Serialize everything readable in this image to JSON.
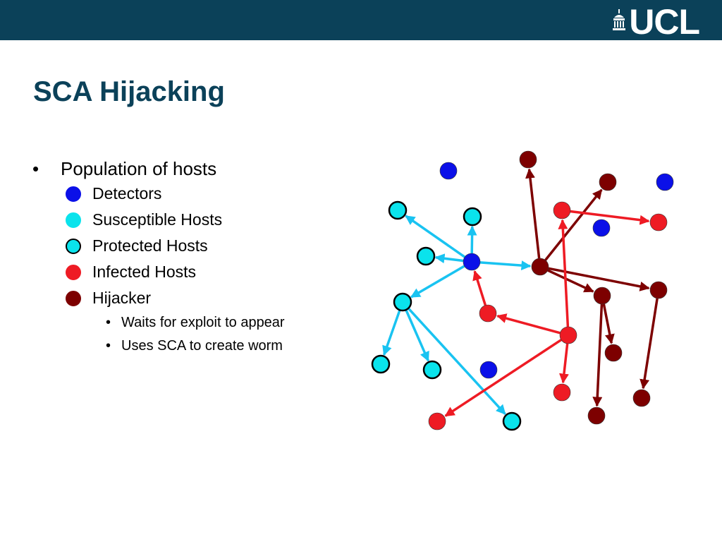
{
  "header": {
    "logo_text": "UCL",
    "colors": {
      "bar": "#0b4159",
      "text": "#ffffff"
    }
  },
  "slide": {
    "title": "SCA Hijacking",
    "bullet": "Population of hosts",
    "legend": [
      {
        "label": "Detectors",
        "color": "#0b10e8",
        "border": "#0b10e8",
        "role": "detector"
      },
      {
        "label": "Susceptible Hosts",
        "color": "#0ae3ec",
        "border": "#0ae3ec",
        "role": "susceptible"
      },
      {
        "label": "Protected Hosts",
        "color": "#0ae3ec",
        "border": "#000000",
        "role": "protected"
      },
      {
        "label": "Infected Hosts",
        "color": "#ee1b24",
        "border": "#ee1b24",
        "role": "infected"
      },
      {
        "label": "Hijacker",
        "color": "#7d0000",
        "border": "#7d0000",
        "role": "hijacker"
      }
    ],
    "sub_bullets": [
      "Waits for exploit to appear",
      "Uses SCA to create worm"
    ]
  },
  "network": {
    "colors": {
      "detector": "#0b10e8",
      "susceptible": "#0ae3ec",
      "protected": "#0ae3ec",
      "infected": "#ee1b24",
      "hijacker": "#7d0000",
      "edge_cyan": "#19c3f1",
      "edge_red": "#ee1b24",
      "edge_hijacker": "#7d0000"
    },
    "nodes": [
      {
        "id": "d1",
        "role": "detector"
      },
      {
        "id": "d2",
        "role": "detector"
      },
      {
        "id": "d3",
        "role": "detector"
      },
      {
        "id": "d4",
        "role": "detector"
      },
      {
        "id": "dc",
        "role": "detector"
      },
      {
        "id": "p1",
        "role": "protected"
      },
      {
        "id": "p2",
        "role": "protected"
      },
      {
        "id": "p3",
        "role": "protected"
      },
      {
        "id": "p4",
        "role": "protected"
      },
      {
        "id": "p5",
        "role": "protected"
      },
      {
        "id": "p6",
        "role": "protected"
      },
      {
        "id": "p7",
        "role": "protected"
      },
      {
        "id": "hc",
        "role": "hijacker"
      },
      {
        "id": "h1",
        "role": "hijacker"
      },
      {
        "id": "h2",
        "role": "hijacker"
      },
      {
        "id": "h3",
        "role": "hijacker"
      },
      {
        "id": "h4",
        "role": "hijacker"
      },
      {
        "id": "h5",
        "role": "hijacker"
      },
      {
        "id": "h6",
        "role": "hijacker"
      },
      {
        "id": "h7",
        "role": "hijacker"
      },
      {
        "id": "r1",
        "role": "infected"
      },
      {
        "id": "r2",
        "role": "infected"
      },
      {
        "id": "r3",
        "role": "infected"
      },
      {
        "id": "r4",
        "role": "infected"
      },
      {
        "id": "r5",
        "role": "infected"
      },
      {
        "id": "r6",
        "role": "infected"
      }
    ],
    "edges": [
      {
        "from": "dc",
        "to": "p1",
        "kind": "edge_cyan"
      },
      {
        "from": "dc",
        "to": "p2",
        "kind": "edge_cyan"
      },
      {
        "from": "dc",
        "to": "p3",
        "kind": "edge_cyan"
      },
      {
        "from": "dc",
        "to": "p4",
        "kind": "edge_cyan"
      },
      {
        "from": "dc",
        "to": "hc",
        "kind": "edge_cyan"
      },
      {
        "from": "p4",
        "to": "p5",
        "kind": "edge_cyan"
      },
      {
        "from": "p4",
        "to": "p6",
        "kind": "edge_cyan"
      },
      {
        "from": "p4",
        "to": "p7",
        "kind": "edge_cyan"
      },
      {
        "from": "hc",
        "to": "h1",
        "kind": "edge_hijacker"
      },
      {
        "from": "hc",
        "to": "h2",
        "kind": "edge_hijacker"
      },
      {
        "from": "hc",
        "to": "h3",
        "kind": "edge_hijacker"
      },
      {
        "from": "hc",
        "to": "h4",
        "kind": "edge_hijacker"
      },
      {
        "from": "h3",
        "to": "h5",
        "kind": "edge_hijacker"
      },
      {
        "from": "h3",
        "to": "h6",
        "kind": "edge_hijacker"
      },
      {
        "from": "h4",
        "to": "h7",
        "kind": "edge_hijacker"
      },
      {
        "from": "r1",
        "to": "r2",
        "kind": "edge_red"
      },
      {
        "from": "r3",
        "to": "r1",
        "kind": "edge_red"
      },
      {
        "from": "r3",
        "to": "r4",
        "kind": "edge_red"
      },
      {
        "from": "r3",
        "to": "r5",
        "kind": "edge_red"
      },
      {
        "from": "r3",
        "to": "r6",
        "kind": "edge_red"
      },
      {
        "from": "r4",
        "to": "dc",
        "kind": "edge_red"
      }
    ]
  }
}
